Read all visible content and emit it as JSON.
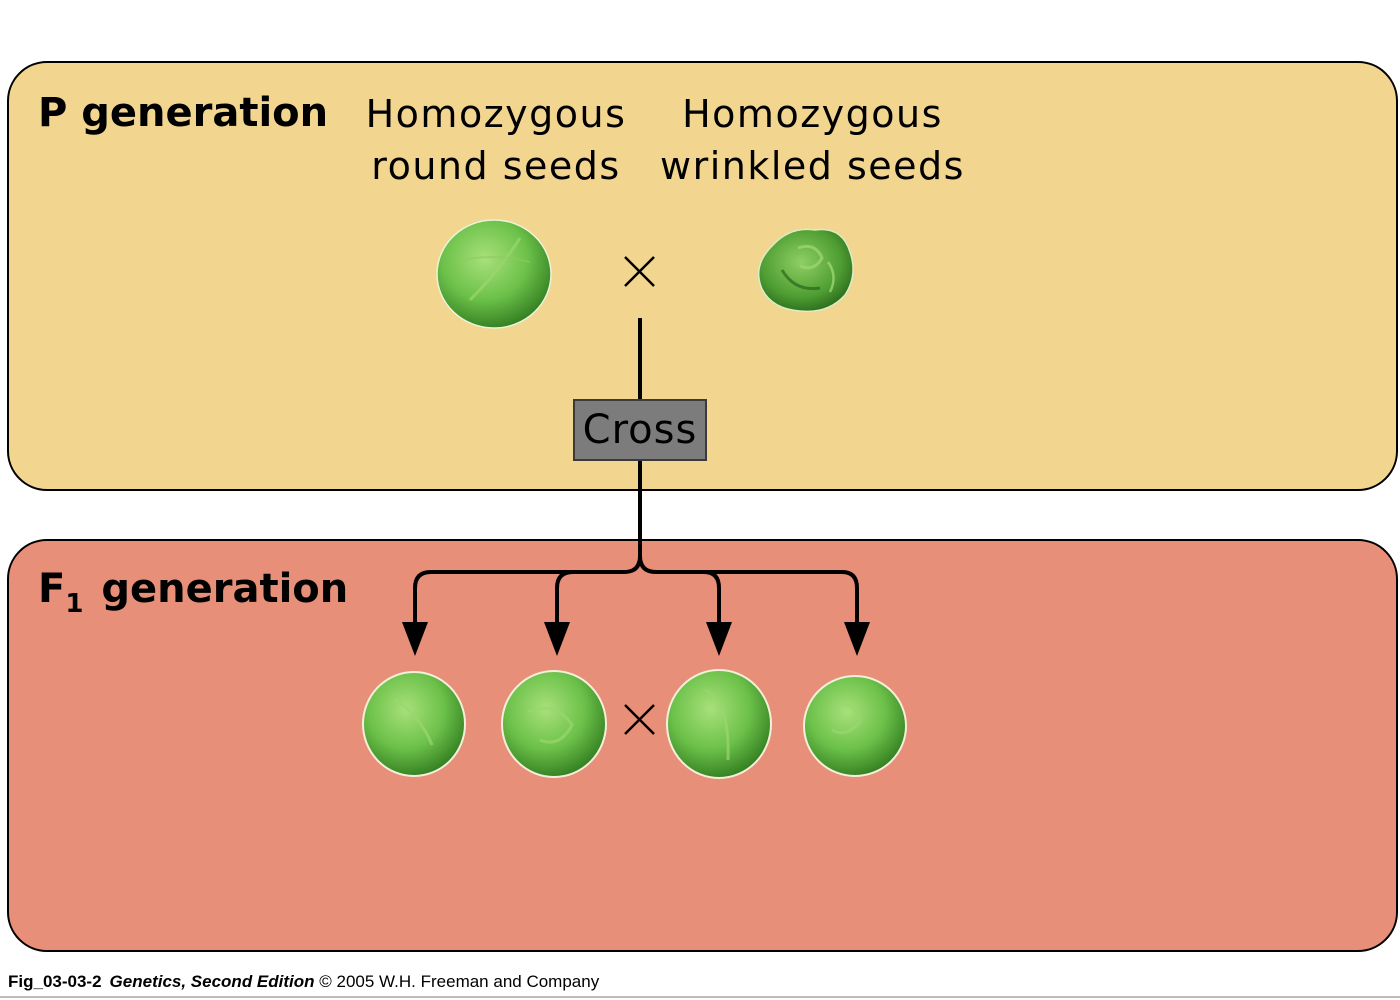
{
  "colors": {
    "p_panel": "#f2d58f",
    "f1_panel": "#e78f78",
    "seed_light": "#a8e07a",
    "seed_mid": "#6cc14a",
    "seed_dark": "#2f7a1e",
    "cross_box": "#7c7c7c"
  },
  "p_generation": {
    "title": "P generation",
    "round_label_line1": "Homozygous",
    "round_label_line2": "round seeds",
    "wrinkled_label_line1": "Homozygous",
    "wrinkled_label_line2": "wrinkled seeds",
    "cross_symbol": "×"
  },
  "cross_label": "Cross",
  "f1_generation": {
    "title_letter": "F",
    "title_sub": "1",
    "title_rest": "generation",
    "cross_symbol": "×",
    "seed_count": 4
  },
  "caption": {
    "fig_id": "Fig_03-03-2",
    "book": "Genetics, Second Edition",
    "rest": "© 2005 W.H. Freeman and Company"
  }
}
